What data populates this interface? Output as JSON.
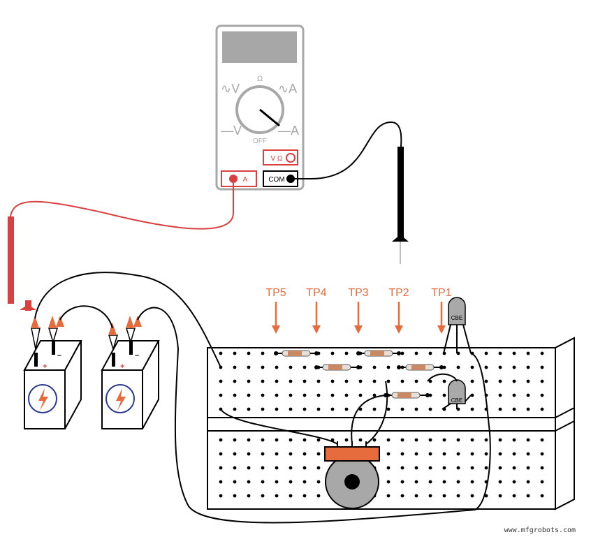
{
  "multimeter": {
    "ohm_label": "Ω",
    "ac_volt_label": "∿V",
    "ac_amp_label": "∿A",
    "dc_volt_label": "—V",
    "dc_amp_label": "—A",
    "off_label": "OFF",
    "vohm_jack_label": "V Ω",
    "amp_jack_label": "A",
    "com_jack_label": "COM"
  },
  "test_points": [
    "TP5",
    "TP4",
    "TP3",
    "TP2",
    "TP1"
  ],
  "batteries": [
    {
      "plus": "+",
      "minus": "–"
    },
    {
      "plus": "+",
      "minus": "–"
    }
  ],
  "transistors": [
    {
      "pins": "CBE"
    },
    {
      "pins": "CBE"
    }
  ],
  "watermark": "www.mfgrobots.com",
  "colors": {
    "probe_red": "#d94141",
    "accent_orange": "#e66b3d",
    "gray_outline": "#9a9a9a",
    "battery_blue": "#2a3b8f"
  }
}
